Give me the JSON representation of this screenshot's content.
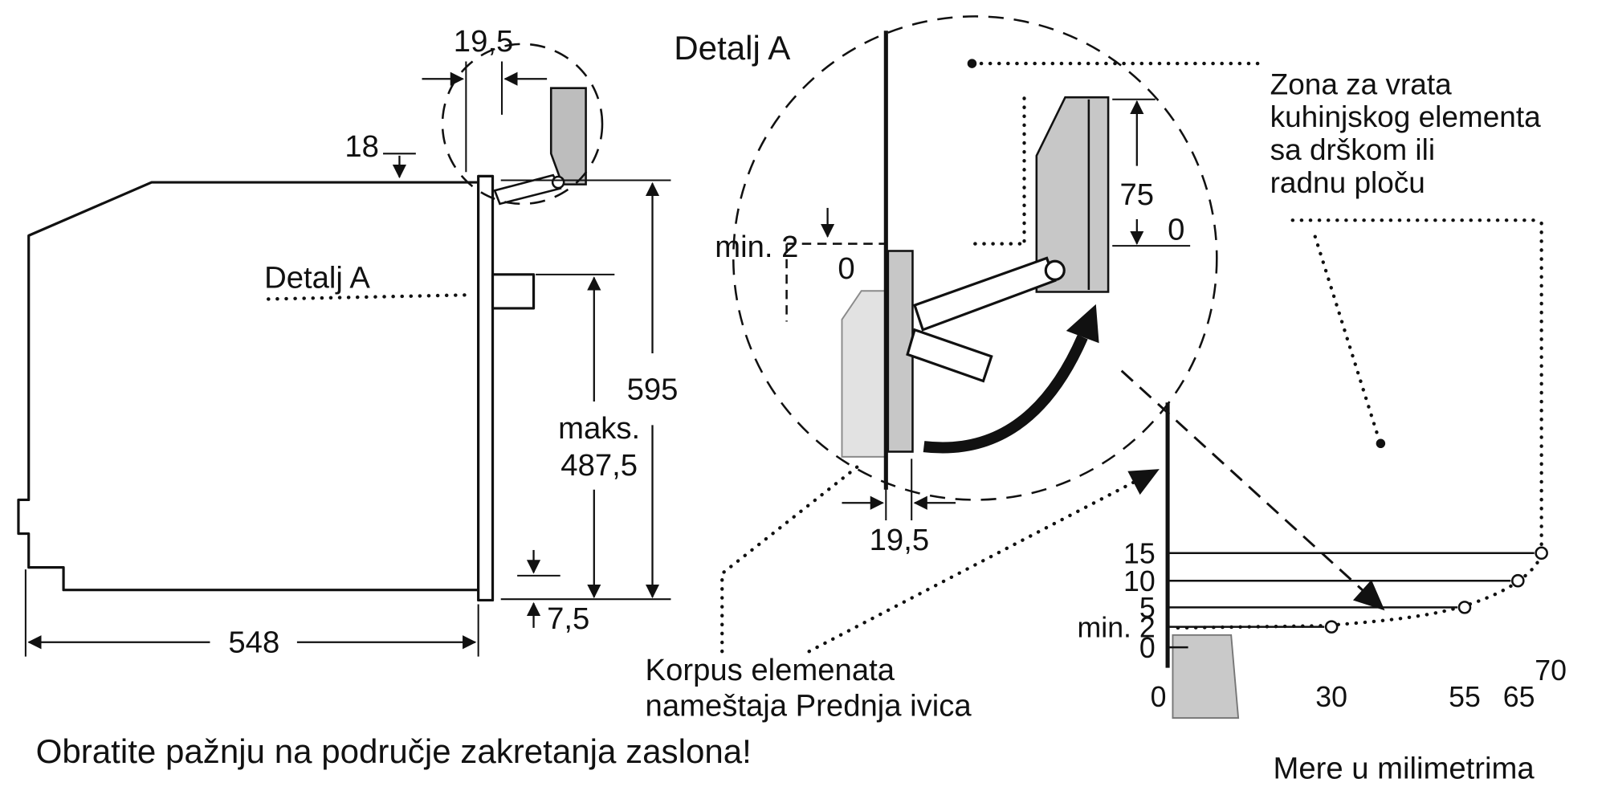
{
  "left_view": {
    "dim_19_5": "19,5",
    "dim_18": "18",
    "detail_ref": "Detalj A",
    "dim_595": "595",
    "dim_maks_label": "maks.",
    "dim_maks_value": "487,5",
    "dim_7_5": "7,5",
    "dim_548": "548"
  },
  "detail_view": {
    "title": "Detalj A",
    "dim_min_2": "min. 2",
    "zero_left": "0",
    "dim_75": "75",
    "zero_right": "0",
    "dim_19_5": "19,5"
  },
  "zone_note": {
    "lines": [
      "Zona za vrata",
      "kuhinjskog elementa",
      "sa drškom ili",
      "radnu ploču"
    ]
  },
  "korpus_note": {
    "line1": "Korpus elemenata",
    "line2": "nameštaja Prednja ivica"
  },
  "chart": {
    "y_labels": [
      "15",
      "10",
      "5",
      "min. 2",
      "0"
    ],
    "x_labels": [
      "0",
      "30",
      "55",
      "65",
      "70"
    ]
  },
  "chart_data": {
    "type": "line",
    "x_values_mm": [
      0,
      30,
      55,
      65,
      70
    ],
    "y_values_mm": [
      "0",
      "min. 2",
      "5",
      "10",
      "15"
    ],
    "points": [
      {
        "x": 30,
        "y": "min. 2"
      },
      {
        "x": 55,
        "y": 5
      },
      {
        "x": 65,
        "y": 10
      },
      {
        "x": 70,
        "y": 15
      }
    ],
    "xlabel": "",
    "ylabel": "",
    "legend": "none",
    "grid": false
  },
  "notes": {
    "rotation_warning": "Obratite pažnju na područje zakretanja zaslona!",
    "units": "Mere u milimetrima"
  }
}
